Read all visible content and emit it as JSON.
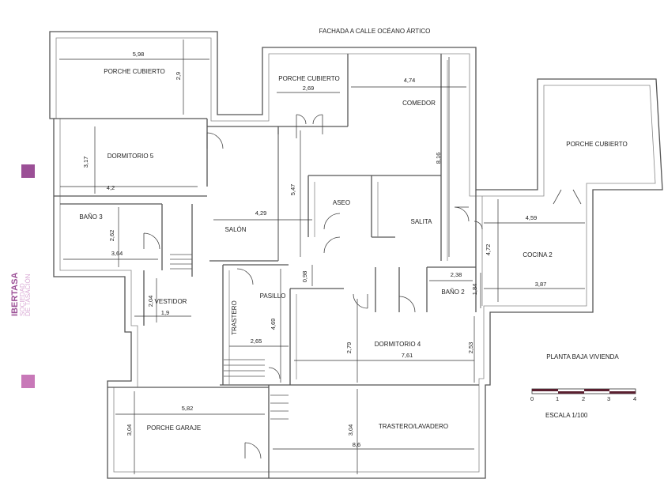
{
  "title": "FACHADA A CALLE OCÉANO ÁRTICO",
  "plan_title": "PLANTA BAJA VIVIENDA",
  "scale": {
    "label": "ESCALA 1/100",
    "ticks": [
      "0",
      "1",
      "2",
      "3",
      "4"
    ]
  },
  "brand": {
    "name": "IBERTASA",
    "line1": "SOCIEDAD",
    "line2": "DE TASACIÓN",
    "color": "#9b4f96",
    "light_color": "#d9a9d4"
  },
  "rooms": {
    "porche1": {
      "name": "PORCHE CUBIERTO",
      "w": "5,98",
      "h": "2,9"
    },
    "porche2": {
      "name": "PORCHE CUBIERTO",
      "w": "2,69"
    },
    "comedor": {
      "name": "COMEDOR",
      "w": "4,74",
      "h": "8,16"
    },
    "porche3": {
      "name": "PORCHE CUBIERTO"
    },
    "dormitorio5": {
      "name": "DORMITORIO 5",
      "w": "4,2",
      "h": "3,17"
    },
    "salon": {
      "name": "SALÓN",
      "w": "4,29",
      "h": "5,47"
    },
    "aseo": {
      "name": "ASEO"
    },
    "salita": {
      "name": "SALITA"
    },
    "cocina2": {
      "name": "COCINA 2",
      "w": "4,59",
      "h": "4,72",
      "w2": "3,87"
    },
    "bano3": {
      "name": "BAÑO 3",
      "w": "3,64",
      "h": "2,62"
    },
    "pasillo_gap": {
      "h": "0,98"
    },
    "bano2": {
      "name": "BAÑO 2",
      "w": "2,38",
      "h": "1,84"
    },
    "trastero": {
      "name": "TRASTERO"
    },
    "pasillo": {
      "name": "PASILLO",
      "w": "2,65",
      "h": "4,69"
    },
    "vestidor": {
      "name": "VESTIDOR",
      "w": "1,9",
      "h": "2,04"
    },
    "dormitorio4": {
      "name": "DORMITORIO 4",
      "w": "7,61",
      "h": "2,79",
      "h2": "2,53"
    },
    "porche_garaje": {
      "name": "PORCHE GARAJE",
      "w": "5,82",
      "h": "3,04"
    },
    "lavadero": {
      "name": "TRASTERO/LAVADERO",
      "w": "8,6",
      "h": "3,04"
    }
  }
}
